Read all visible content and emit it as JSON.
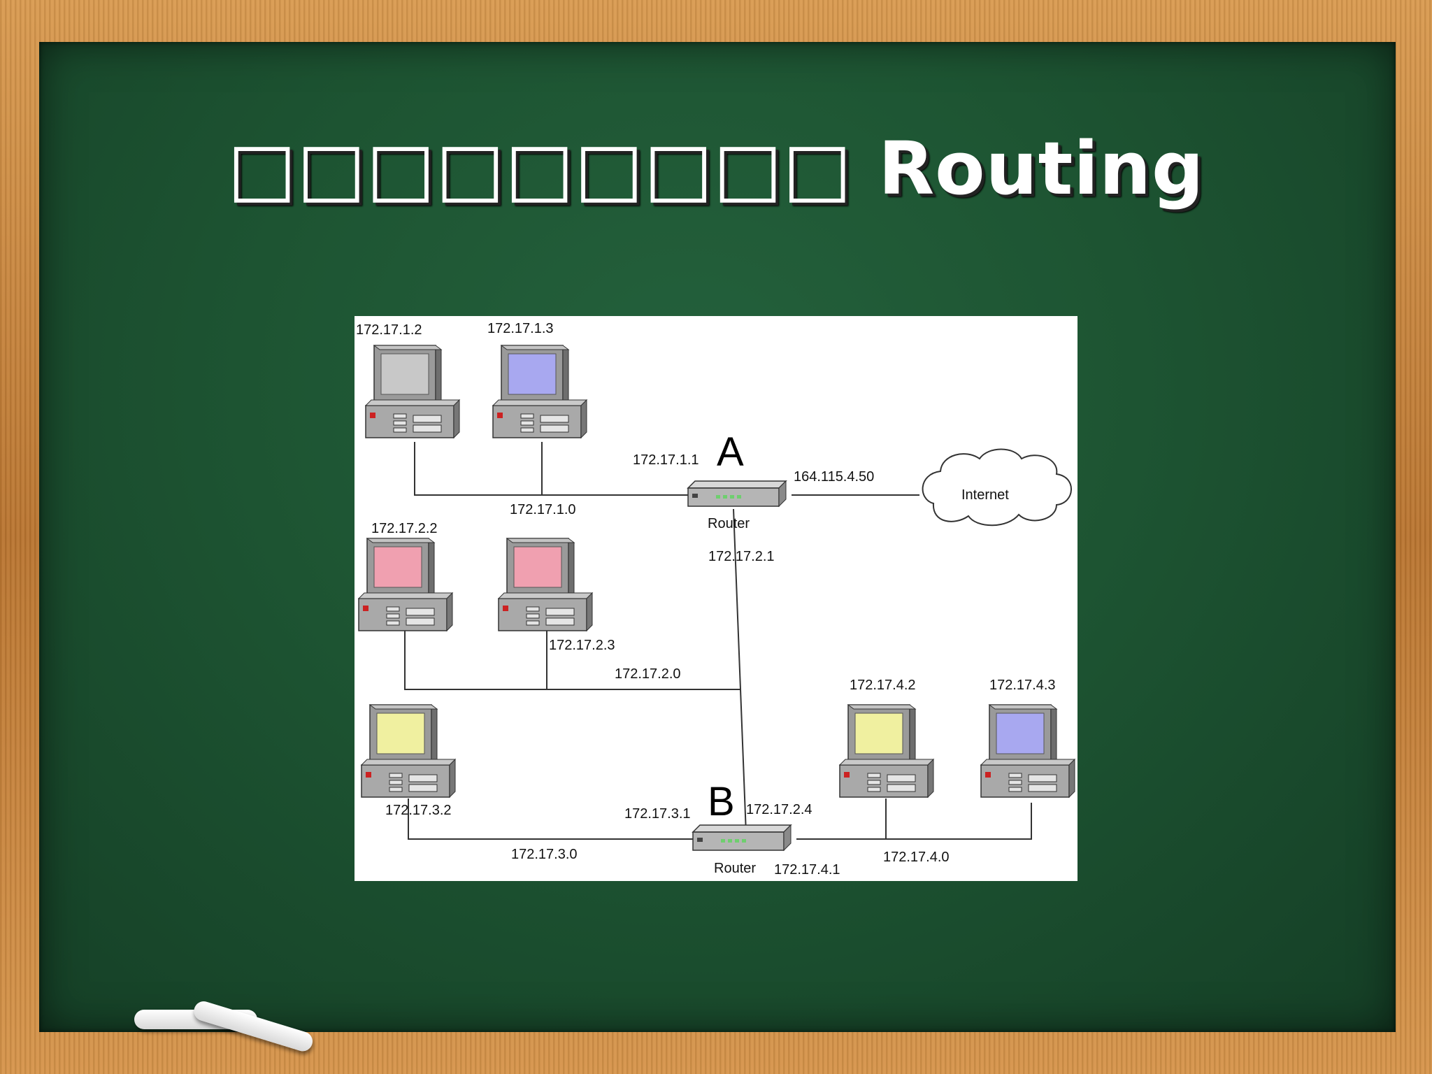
{
  "slide": {
    "title": "□□□□□□□□□ Routing"
  },
  "diagram": {
    "routers": [
      {
        "letter": "A",
        "label": "Router"
      },
      {
        "letter": "B",
        "label": "Router"
      }
    ],
    "cloud_label": "Internet",
    "ip_labels": {
      "host_1_2": "172.17.1.2",
      "host_1_3": "172.17.1.3",
      "router_a_1_1": "172.17.1.1",
      "net_1_0": "172.17.1.0",
      "router_a_wan": "164.115.4.50",
      "host_2_2": "172.17.2.2",
      "router_a_2_1": "172.17.2.1",
      "host_2_3": "172.17.2.3",
      "net_2_0": "172.17.2.0",
      "host_4_2": "172.17.4.2",
      "host_4_3": "172.17.4.3",
      "host_3_2": "172.17.3.2",
      "router_b_3_1": "172.17.3.1",
      "router_b_2_4": "172.17.2.4",
      "net_3_0": "172.17.3.0",
      "router_b_4_1": "172.17.4.1",
      "net_4_0": "172.17.4.0"
    },
    "screen_colors": {
      "gray": "#c8c8c8",
      "blue": "#a8a8f0",
      "pink": "#f0a0b0",
      "yellow": "#f0f0a0"
    }
  }
}
